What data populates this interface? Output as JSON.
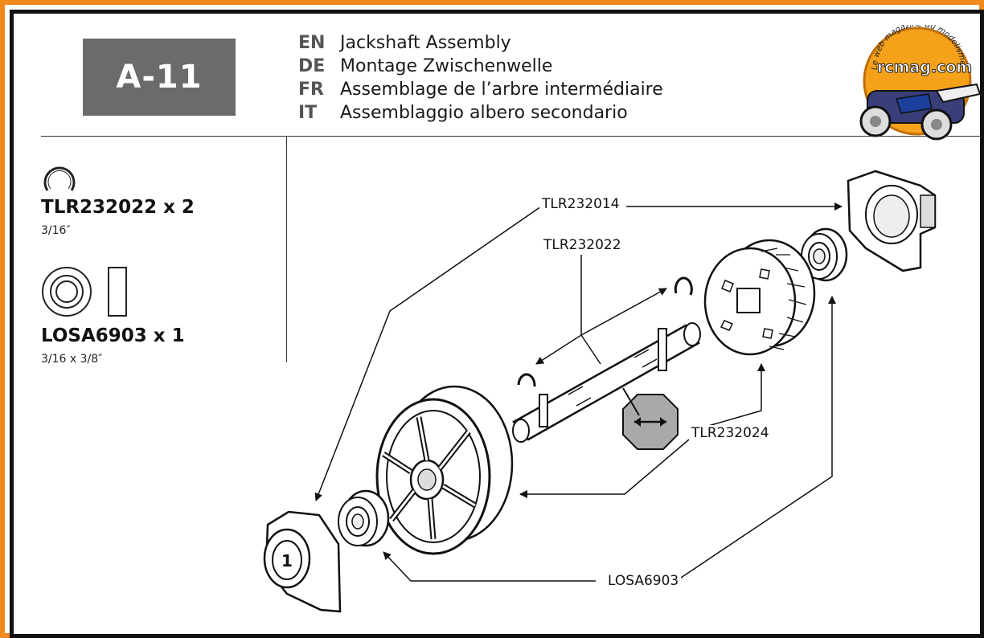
{
  "step": {
    "label": "A-11"
  },
  "titles": [
    {
      "code": "EN",
      "text": "Jackshaft Assembly"
    },
    {
      "code": "DE",
      "text": "Montage Zwischenwelle"
    },
    {
      "code": "FR",
      "text": "Assemblage de l’arbre intermédiaire"
    },
    {
      "code": "IT",
      "text": "Assemblaggio albero secondario"
    }
  ],
  "parts": [
    {
      "number": "TLR232022 x 2",
      "size": "3/16″",
      "icon": "e-clip-icon"
    },
    {
      "number": "LOSA6903 x 1",
      "size": "3/16 x 3/8″",
      "icon": "bearing-icon"
    }
  ],
  "callouts": {
    "c1": "TLR232014",
    "c2": "TLR232022",
    "c3": "TLR232024",
    "c4": "LOSA6903"
  },
  "logo": {
    "text": "rcmag.com",
    "tagline": "Le web magazine du modelisme"
  },
  "colors": {
    "frame": "#f08a1e",
    "step_box": "#6b6b6b",
    "logo": "#f5a21a"
  }
}
